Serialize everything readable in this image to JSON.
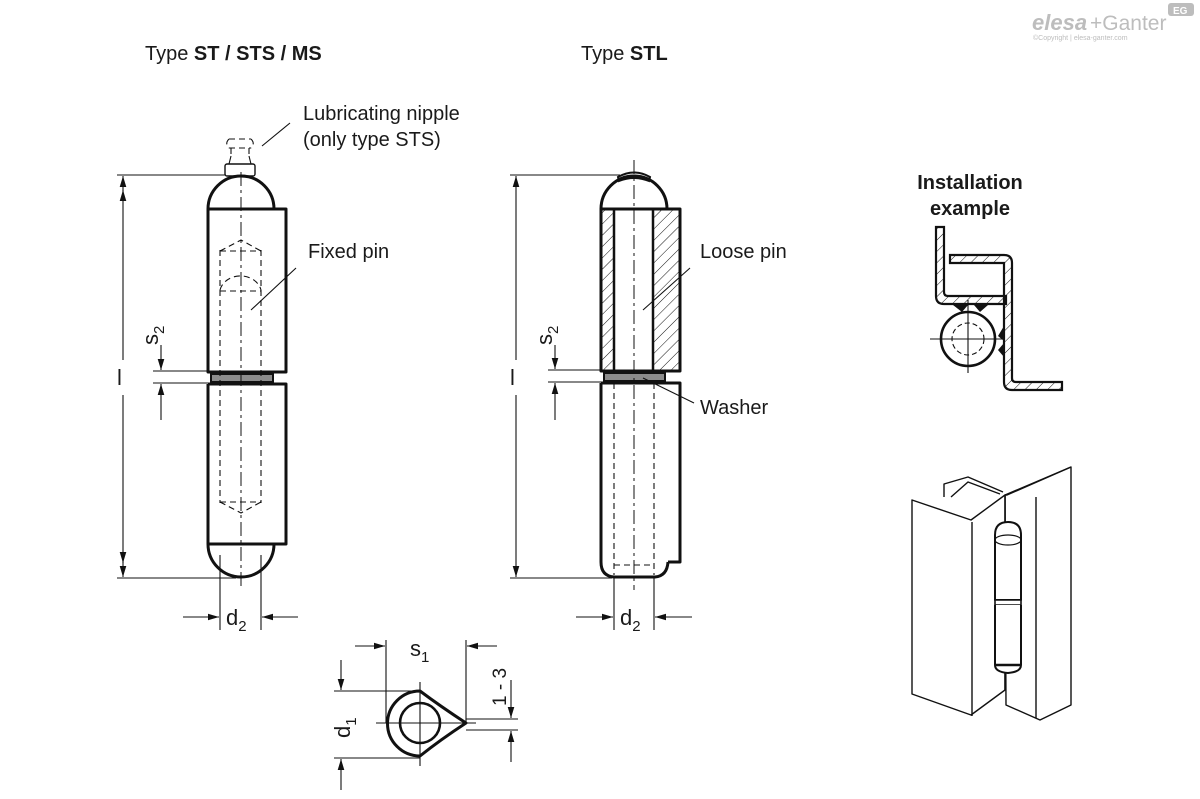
{
  "brand": {
    "logo_main": "elesa",
    "logo_plus": "+Ganter",
    "logo_badge": "EG",
    "copyright": "©Copyright | elesa-ganter.com",
    "logo_color": "#bdbdbd"
  },
  "left_view": {
    "title_prefix": "Type ",
    "title_bold": "ST / STS / MS",
    "callout_nipple_line1": "Lubricating nipple",
    "callout_nipple_line2": "(only type STS)",
    "callout_pin": "Fixed pin",
    "dim_length": "l",
    "dim_s2": "s",
    "dim_s2_sub": "2",
    "dim_d2": "d",
    "dim_d2_sub": "2"
  },
  "middle_view": {
    "title_prefix": "Type ",
    "title_bold": "STL",
    "callout_pin": "Loose pin",
    "callout_washer": "Washer",
    "dim_length": "l",
    "dim_s2": "s",
    "dim_s2_sub": "2",
    "dim_d2": "d",
    "dim_d2_sub": "2"
  },
  "section_view": {
    "dim_s1": "s",
    "dim_s1_sub": "1",
    "dim_d1": "d",
    "dim_d1_sub": "1",
    "dim_weld": "1 - 3"
  },
  "installation": {
    "title_line1": "Installation",
    "title_line2": "example"
  },
  "colors": {
    "line": "#111111",
    "washer_fill": "#8c8c8c"
  }
}
